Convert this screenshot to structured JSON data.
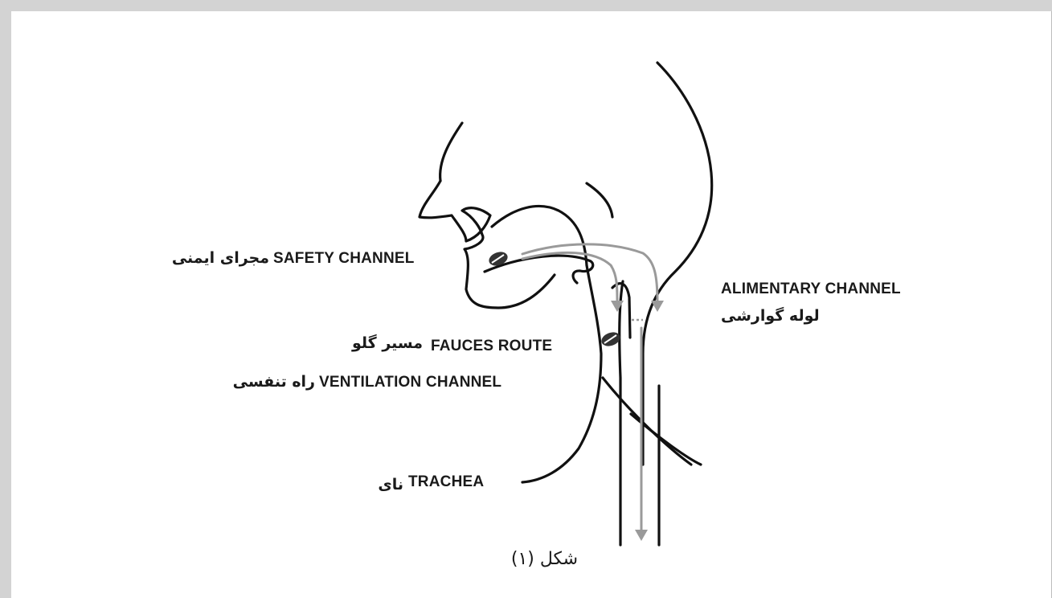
{
  "figure": {
    "caption": "شکل (۱)",
    "labels": {
      "safety_channel": {
        "en": "SAFETY CHANNEL",
        "fa": "مجرای ایمنی"
      },
      "alimentary_channel": {
        "en": "ALIMENTARY CHANNEL",
        "fa": "لوله گوارشی"
      },
      "fauces_route": {
        "en": "FAUCES ROUTE",
        "fa": "مسیر گلو"
      },
      "ventilation_channel": {
        "en": "VENTILATION CHANNEL",
        "fa": "راه تنفسی"
      },
      "trachea": {
        "en": "TRACHEA",
        "fa": "نای"
      }
    }
  },
  "colors": {
    "line": "#111111",
    "arrow": "#9a9a9a",
    "background": "#ffffff",
    "frame": "#d3d3d3"
  },
  "icons": {
    "pill": "pill-icon",
    "arrow": "arrow-down-icon"
  }
}
